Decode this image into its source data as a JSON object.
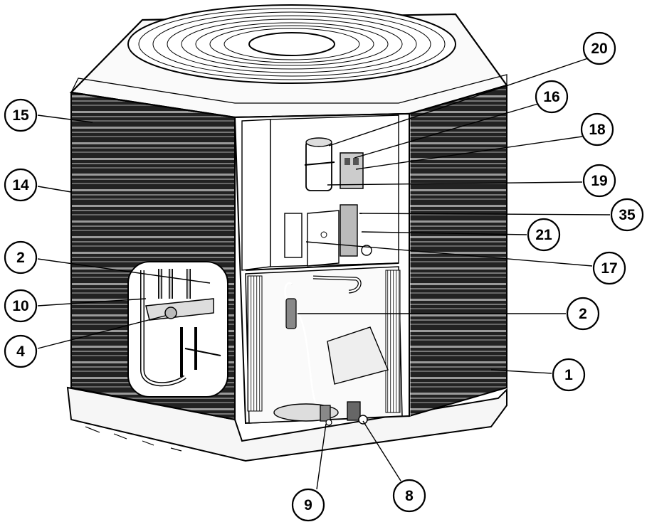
{
  "diagram": {
    "callouts": [
      {
        "id": "c20",
        "label": "20"
      },
      {
        "id": "c16",
        "label": "16"
      },
      {
        "id": "c18",
        "label": "18"
      },
      {
        "id": "c19",
        "label": "19"
      },
      {
        "id": "c35",
        "label": "35"
      },
      {
        "id": "c21",
        "label": "21"
      },
      {
        "id": "c17",
        "label": "17"
      },
      {
        "id": "c2r",
        "label": "2"
      },
      {
        "id": "c1",
        "label": "1"
      },
      {
        "id": "c15",
        "label": "15"
      },
      {
        "id": "c14",
        "label": "14"
      },
      {
        "id": "c2l",
        "label": "2"
      },
      {
        "id": "c10",
        "label": "10"
      },
      {
        "id": "c4",
        "label": "4"
      },
      {
        "id": "c9",
        "label": "9"
      },
      {
        "id": "c8",
        "label": "8"
      }
    ]
  }
}
